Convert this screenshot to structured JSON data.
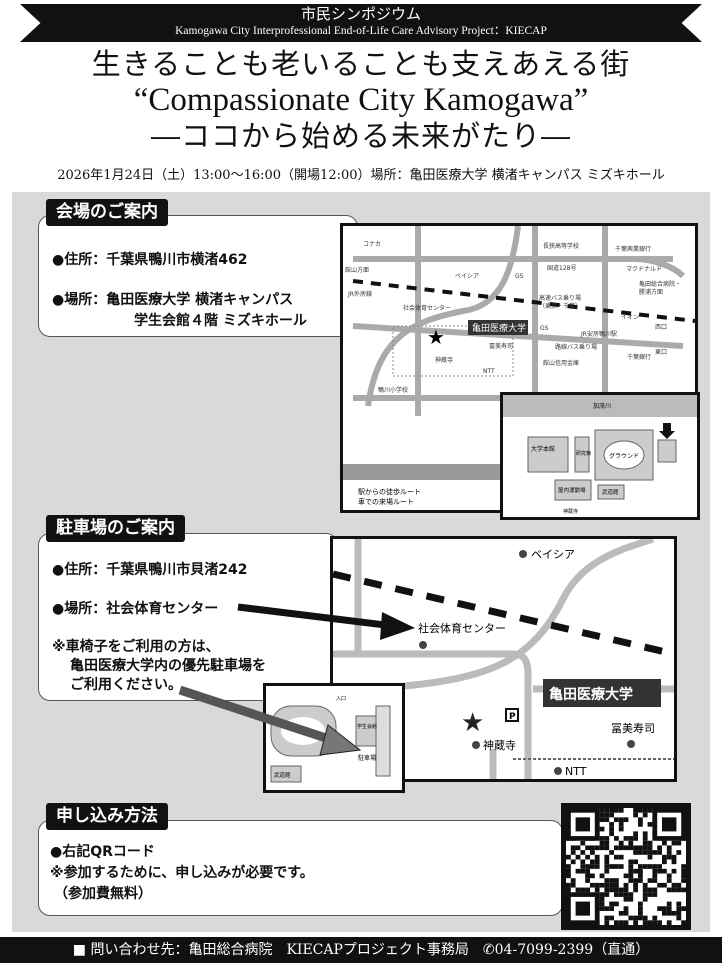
{
  "header": {
    "kicker": "市民シンポジウム",
    "project": "Kamogawa City Interprofessional End-of-Life Care Advisory Project：KIECAP"
  },
  "title": {
    "line1": "生きることも老いることも支えあえる街",
    "line2": "“Compassionate City Kamogawa”",
    "line3": "―ココから始める未来がたり―"
  },
  "event_line": "2026年1月24日（土）13:00～16:00（開場12:00）場所：亀田医療大学 横渚キャンパス ミズキホール",
  "venue": {
    "heading": "会場のご案内",
    "address": "●住所：千葉県鴨川市横渚462",
    "place1": "●場所：亀田医療大学 横渚キャンパス",
    "place2": "学生会館４階 ミズキホール",
    "map": {
      "labels": [
        "コナカ",
        "館山方面",
        "JR外房線",
        "ベイシア",
        "社会体育センター",
        "長狭高等学校",
        "国道128号",
        "GS",
        "千葉興業銀行",
        "マクドナルド",
        "亀田総合病院・勝浦方面",
        "高速バス乗り場（東京・千葉）",
        "イオン",
        "JR安房鴨川駅",
        "西口",
        "東口",
        "GS",
        "冨美寿司",
        "路線バス乗り場",
        "千葉銀行",
        "館山信用金庫",
        "神蔵寺",
        "NTT",
        "鴨川小学校"
      ],
      "campus_label": "亀田医療大学",
      "legend": [
        "駅からの徒歩ルート",
        "車での来場ルート"
      ],
      "inset_labels": [
        "加茂川",
        "大学本館",
        "研究棟",
        "グラウンド",
        "屋内運動場",
        "武道館",
        "神蔵寺"
      ]
    }
  },
  "parking": {
    "heading": "駐車場のご案内",
    "address": "●住所：千葉県鴨川市貝渚242",
    "place": "●場所：社会体育センター",
    "note1": "※車椅子をご利用の方は、",
    "note2": "亀田医療大学内の優先駐車場を",
    "note3": "ご利用ください。",
    "map": {
      "labels": [
        "ベイシア",
        "社会体育センター",
        "神蔵寺",
        "冨美寿司",
        "NTT",
        "P"
      ],
      "campus_label": "亀田医療大学",
      "inset_labels": [
        "学生会館",
        "駐車場",
        "武道館",
        "入口"
      ]
    }
  },
  "apply": {
    "heading": "申し込み方法",
    "line1": "●右記QRコード",
    "line2": "※参加するために、申し込みが必要です。",
    "line3": "（参加費無料）"
  },
  "footer": "■ 問い合わせ先：亀田総合病院　KIECAPプロジェクト事務局　✆04-7099-2399（直通）"
}
